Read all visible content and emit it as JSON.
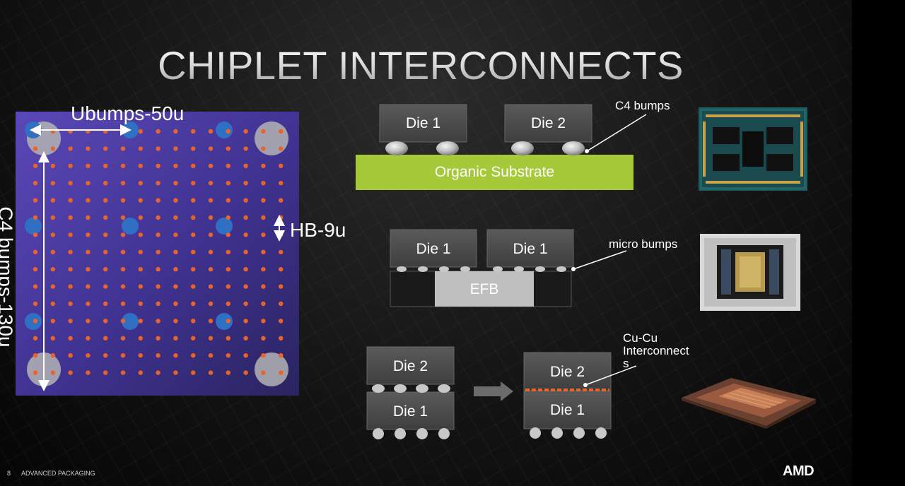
{
  "slide": {
    "title": "CHIPLET INTERCONNECTS",
    "page_number": "8",
    "footer": "ADVANCED PACKAGING",
    "logo": "AMD"
  },
  "bump_map": {
    "ubump_label": "Ubumps-50u",
    "c4_label": "C4 bumps-130u",
    "hb_label": "HB-9u"
  },
  "section_c4": {
    "die_a": "Die 1",
    "die_b": "Die 2",
    "substrate": "Organic Substrate",
    "callout": "C4 bumps"
  },
  "section_efb": {
    "die_a": "Die 1",
    "die_b": "Die 1",
    "bridge": "EFB",
    "callout": "micro bumps"
  },
  "section_hybrid": {
    "stack_top": "Die 2",
    "stack_bottom": "Die 1",
    "bonded_top": "Die 2",
    "bonded_bottom": "Die 1",
    "callout_line1": "Cu-Cu",
    "callout_line2": "Interconnect",
    "callout_line3": "s"
  },
  "colors": {
    "substrate": "#a6c93a",
    "die": "#4a4a4a",
    "bump_orange": "#e8642a",
    "bump_blue": "#2f6fc4",
    "bump_map_bg": "#4a3aa0"
  }
}
